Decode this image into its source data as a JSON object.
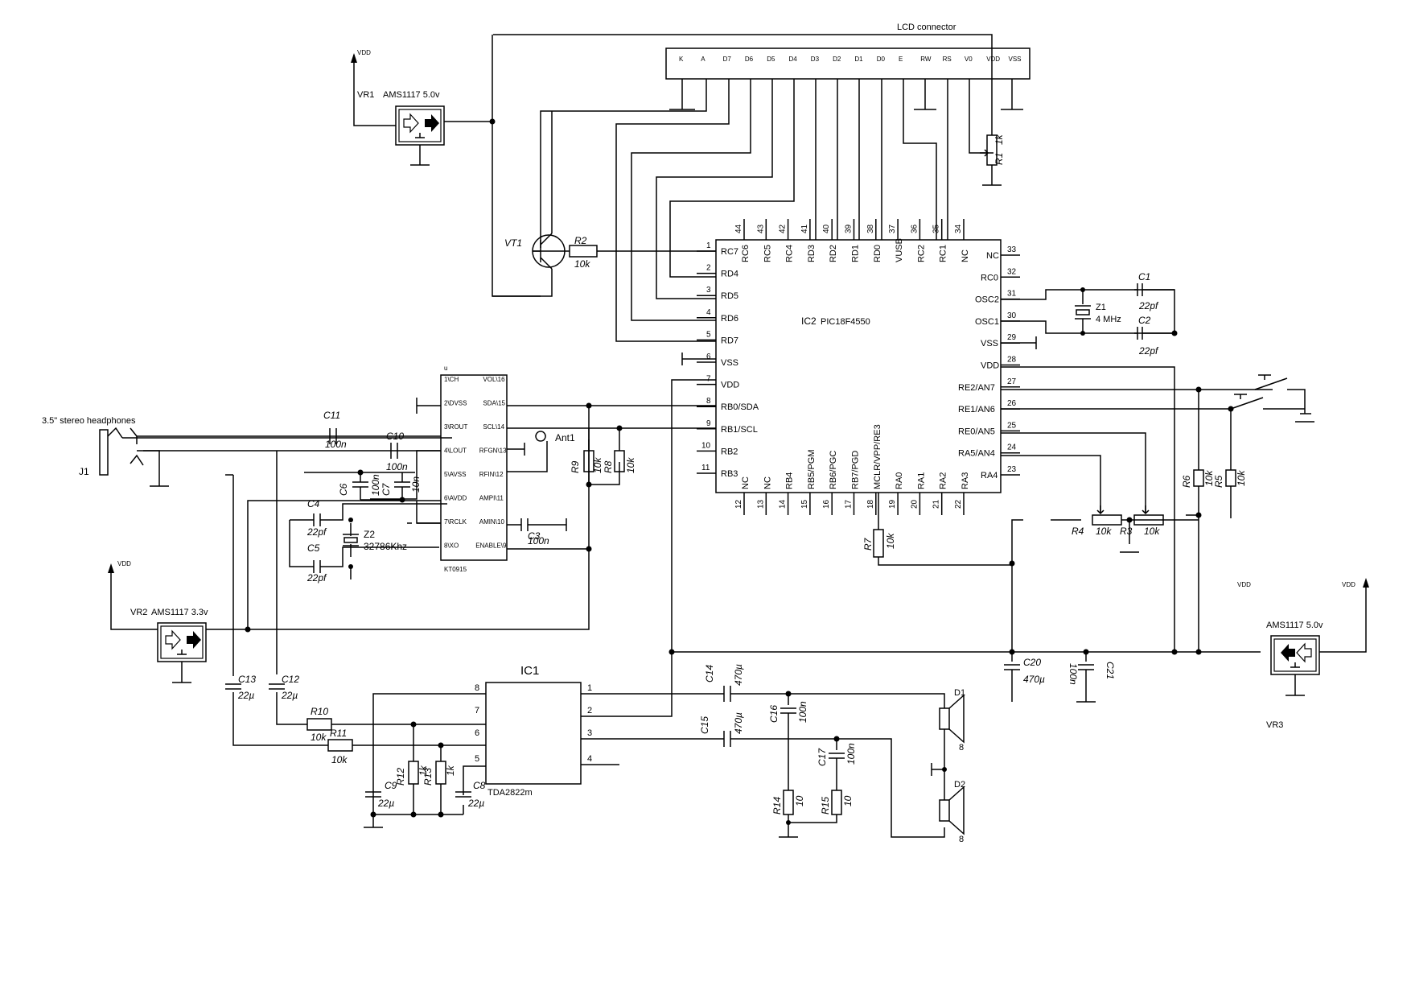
{
  "labels": {
    "lcd_connector": "LCD connector",
    "vdd": "VDD",
    "vr1_ref": "VR1",
    "vr1_part": "AMS1117 5.0v",
    "vr2_ref": "VR2",
    "vr2_part": "AMS1117 3.3v",
    "vr3_ref": "VR3",
    "vr3_part": "AMS1117 5.0v",
    "ic2_ref": "IC2",
    "ic2_part": "PIC18F4550",
    "ic1_ref": "IC1",
    "ic1_part": "TDA2822m",
    "kt_part": "KT0915",
    "kt_u": "u",
    "vt1": "VT1",
    "j1": "J1",
    "headphones": "3.5\"  stereo headphones",
    "ant1": "Ant1",
    "r1": "R1",
    "r1_val": "1k",
    "r2": "R2",
    "r2_val": "10k",
    "r3": "R3",
    "r3_val": "10k",
    "r4": "R4",
    "r4_val": "10k",
    "r5": "R5",
    "r5_val": "10k",
    "r6": "R6",
    "r6_val": "10k",
    "r7": "R7",
    "r7_val": "10k",
    "r8": "R8",
    "r8_val": "10k",
    "r9": "R9",
    "r9_val": "10k",
    "r10": "R10",
    "r10_val": "10k",
    "r11": "R11",
    "r11_val": "10k",
    "r12": "R12",
    "r12_val": "1k",
    "r13": "R13",
    "r13_val": "1k",
    "r14": "R14",
    "r14_val": "10",
    "r15": "R15",
    "r15_val": "10",
    "c1": "C1",
    "c1_val": "22pf",
    "c2": "C2",
    "c2_val": "22pf",
    "c3": "C3",
    "c3_val": "100n",
    "c4": "C4",
    "c4_val": "22pf",
    "c5": "C5",
    "c5_val": "22pf",
    "c6": "C6",
    "c6_val": "100n",
    "c7": "C7",
    "c7_val": "10n",
    "c8": "C8",
    "c8_val": "22µ",
    "c9": "C9",
    "c9_val": "22µ",
    "c10": "C10",
    "c10_val": "100n",
    "c11": "C11",
    "c11_val": "100n",
    "c12": "C12",
    "c12_val": "22µ",
    "c13": "C13",
    "c13_val": "22µ",
    "c14": "C14",
    "c14_val": "470µ",
    "c15": "C15",
    "c15_val": "470µ",
    "c16": "C16",
    "c16_val": "100n",
    "c17": "C17",
    "c17_val": "100n",
    "c20": "C20",
    "c20_val": "470µ",
    "c21": "C21",
    "c21_val": "100n",
    "z1": "Z1",
    "z1_val": "4 MHz",
    "z2": "Z2",
    "z2_val": "32786Khz",
    "d1": "D1",
    "d1_val": "8",
    "d2": "D2",
    "d2_val": "8"
  },
  "lcd_pins": [
    "K",
    "A",
    "D7",
    "D6",
    "D5",
    "D4",
    "D3",
    "D2",
    "D1",
    "D0",
    "E",
    "RW",
    "RS",
    "V0",
    "VDD",
    "VSS"
  ],
  "ic2_top": [
    {
      "num": "44",
      "name": "RC6"
    },
    {
      "num": "43",
      "name": "RC5"
    },
    {
      "num": "42",
      "name": "RC4"
    },
    {
      "num": "41",
      "name": "RD3"
    },
    {
      "num": "40",
      "name": "RD2"
    },
    {
      "num": "39",
      "name": "RD1"
    },
    {
      "num": "38",
      "name": "RD0"
    },
    {
      "num": "37",
      "name": "VUSB"
    },
    {
      "num": "36",
      "name": "RC2"
    },
    {
      "num": "35",
      "name": "RC1"
    },
    {
      "num": "34",
      "name": "NC"
    }
  ],
  "ic2_left": [
    {
      "num": "1",
      "name": "RC7"
    },
    {
      "num": "2",
      "name": "RD4"
    },
    {
      "num": "3",
      "name": "RD5"
    },
    {
      "num": "4",
      "name": "RD6"
    },
    {
      "num": "5",
      "name": "RD7"
    },
    {
      "num": "6",
      "name": "VSS"
    },
    {
      "num": "7",
      "name": "VDD"
    },
    {
      "num": "8",
      "name": "RB0/SDA"
    },
    {
      "num": "9",
      "name": "RB1/SCL"
    },
    {
      "num": "10",
      "name": "RB2"
    },
    {
      "num": "11",
      "name": "RB3"
    }
  ],
  "ic2_right": [
    {
      "num": "33",
      "name": "NC"
    },
    {
      "num": "32",
      "name": "RC0"
    },
    {
      "num": "31",
      "name": "OSC2"
    },
    {
      "num": "30",
      "name": "OSC1"
    },
    {
      "num": "29",
      "name": "VSS"
    },
    {
      "num": "28",
      "name": "VDD"
    },
    {
      "num": "27",
      "name": "RE2/AN7"
    },
    {
      "num": "26",
      "name": "RE1/AN6"
    },
    {
      "num": "25",
      "name": "RE0/AN5"
    },
    {
      "num": "24",
      "name": "RA5/AN4"
    },
    {
      "num": "23",
      "name": "RA4"
    }
  ],
  "ic2_bottom": [
    {
      "num": "12",
      "name": "NC"
    },
    {
      "num": "13",
      "name": "NC"
    },
    {
      "num": "14",
      "name": "RB4"
    },
    {
      "num": "15",
      "name": "RB5/PGM"
    },
    {
      "num": "16",
      "name": "RB6/PGC"
    },
    {
      "num": "17",
      "name": "RB7/PGD"
    },
    {
      "num": "18",
      "name": "MCLR/VPP/RE3"
    },
    {
      "num": "19",
      "name": "RA0"
    },
    {
      "num": "20",
      "name": "RA1"
    },
    {
      "num": "21",
      "name": "RA2"
    },
    {
      "num": "22",
      "name": "RA3"
    }
  ],
  "kt_left": [
    "1\\CH",
    "2\\DVSS",
    "3\\ROUT",
    "4\\LOUT",
    "5\\AVSS",
    "6\\AVDD",
    "7\\RCLK",
    "8\\XO"
  ],
  "kt_right": [
    "VOL\\16",
    "SDA\\15",
    "SCL\\14",
    "RFGN\\13",
    "RFIN\\12",
    "AMPI\\11",
    "AMIN\\10",
    "ENABLE\\9"
  ],
  "ic1_left": [
    "8",
    "7",
    "6",
    "5"
  ],
  "ic1_right": [
    "1",
    "2",
    "3",
    "4"
  ]
}
